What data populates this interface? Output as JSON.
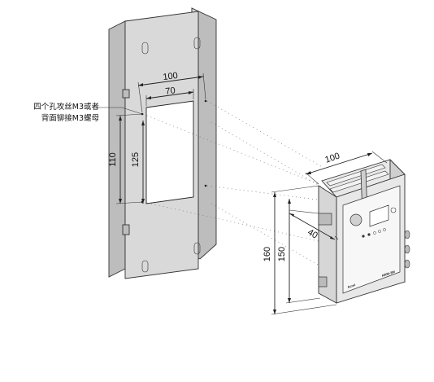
{
  "annotation": {
    "line1": "四个孔攻丝M3或者",
    "line2": "背面铆接M3螺母"
  },
  "dimensions": {
    "cutout_width_outer": "100",
    "cutout_width_inner": "70",
    "hole_vertical_spacing": "110",
    "cutout_height": "125",
    "device_width": "100",
    "device_depth": "40",
    "device_height_outer": "160",
    "device_height_inner": "150"
  },
  "device": {
    "brand_left": "Acrel",
    "brand_right": "AWM-3W"
  }
}
